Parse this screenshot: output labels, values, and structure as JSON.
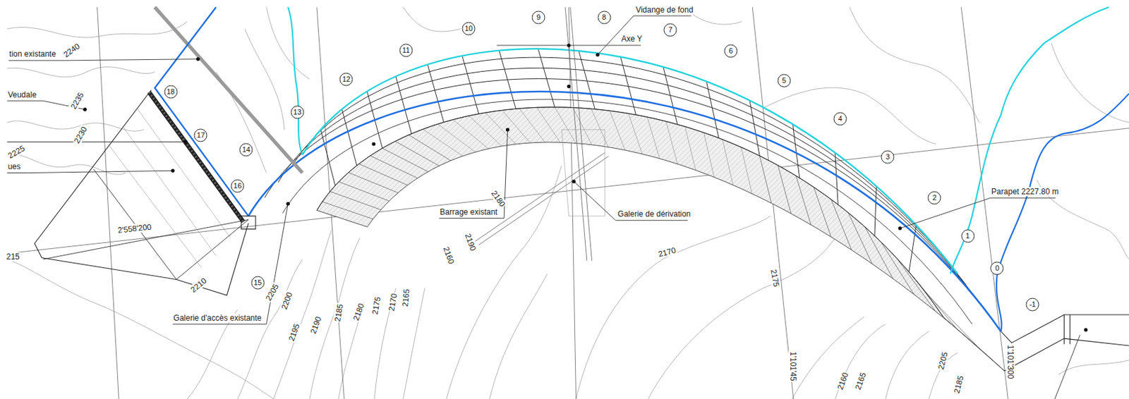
{
  "diagram": {
    "nodes": [
      {
        "text": [
          "18"
        ]
      },
      {
        "text": [
          "17"
        ]
      },
      {
        "text": [
          "16"
        ]
      },
      {
        "text": [
          "15"
        ]
      },
      {
        "text": [
          "14"
        ]
      },
      {
        "text": [
          "13"
        ]
      },
      {
        "text": [
          "12"
        ]
      },
      {
        "text": [
          "11"
        ]
      },
      {
        "text": [
          "10"
        ]
      },
      {
        "text": [
          "9"
        ]
      },
      {
        "text": [
          "8"
        ]
      },
      {
        "text": [
          "7"
        ]
      },
      {
        "text": [
          "6"
        ]
      },
      {
        "text": [
          "5"
        ]
      },
      {
        "text": [
          "4"
        ]
      },
      {
        "text": [
          "3"
        ]
      },
      {
        "text": [
          "2"
        ]
      },
      {
        "text": [
          "1"
        ]
      },
      {
        "text": [
          "0"
        ]
      },
      {
        "text": [
          "-1"
        ]
      }
    ],
    "labels": [
      "tion existante",
      "2240",
      "Veudale",
      "2235",
      "2230",
      "2225",
      "ues",
      "215",
      "2'558'200",
      "2210",
      "2205",
      "2200",
      "Galerie d'accès existante",
      "2195",
      "2190",
      "2185",
      "2180",
      "2175",
      "2170",
      "2165",
      "Barrage existant",
      "2180",
      "2190",
      "2160",
      "Vidange de fond",
      "Axe Y",
      "Galerie de dérivation",
      "2170",
      "2175",
      "Parapet 2227.80 m",
      "1'101'300",
      "2160",
      "2165",
      "2205",
      "2185",
      "1'101'45"
    ]
  }
}
